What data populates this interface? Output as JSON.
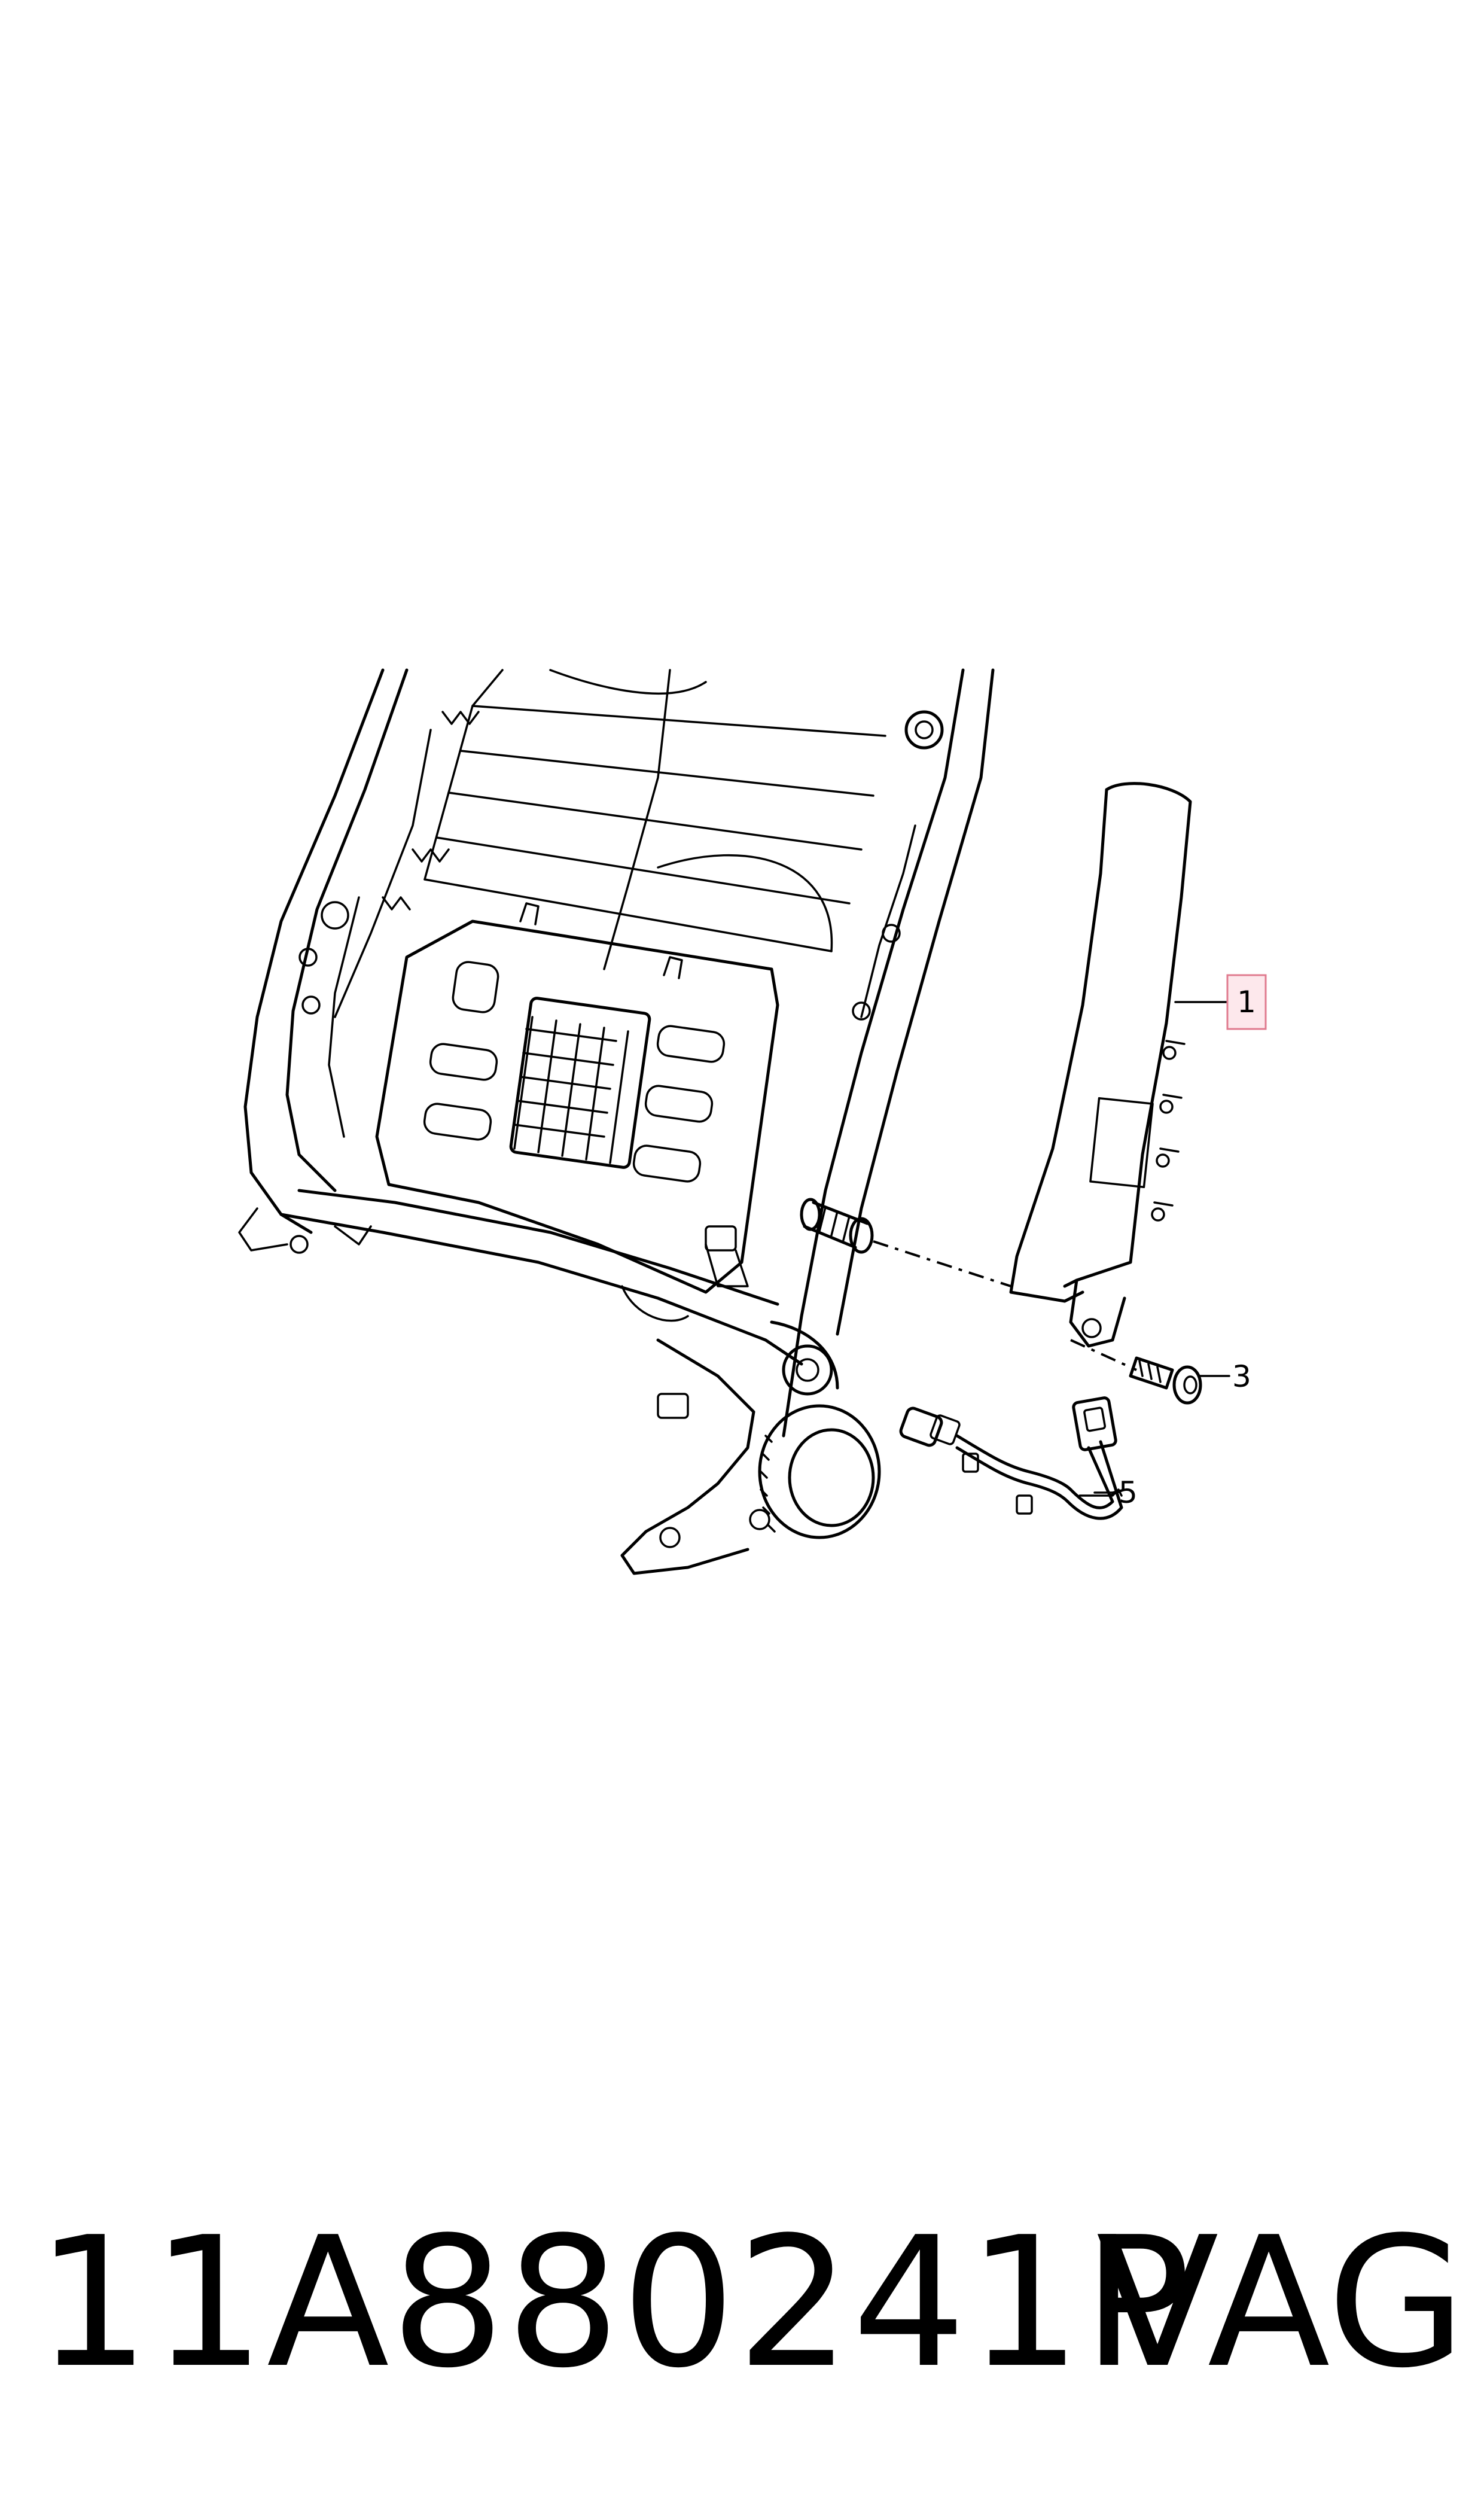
{
  "callouts": [
    {
      "label": "1",
      "highlighted": true
    },
    {
      "label": "3",
      "highlighted": false
    },
    {
      "label": "5",
      "highlighted": false
    }
  ],
  "caption": {
    "part_number": "11A880241P",
    "brand": "VAG"
  },
  "colors": {
    "line": "#000000",
    "highlight_fill": "#fde8ec",
    "highlight_stroke": "#e07b8f"
  }
}
